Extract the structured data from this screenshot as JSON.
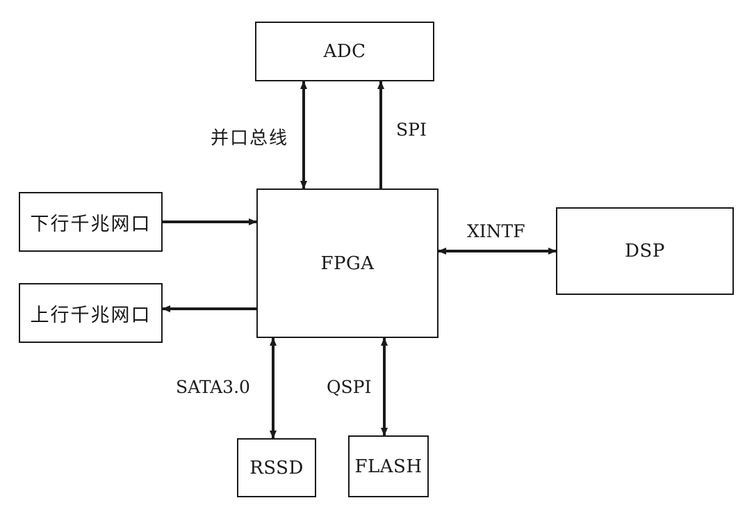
{
  "blocks": {
    "adc": "ADC",
    "fpga": "FPGA",
    "dsp": "DSP",
    "downlink": "下行千兆网口",
    "uplink": "上行千兆网口",
    "rssd": "RSSD",
    "flash": "FLASH"
  },
  "links": {
    "parallel_bus": "并口总线",
    "spi": "SPI",
    "xintf": "XINTF",
    "sata": "SATA3.0",
    "qspi": "QSPI"
  },
  "colors": {
    "stroke": "#1a1a1a",
    "background": "#ffffff"
  }
}
